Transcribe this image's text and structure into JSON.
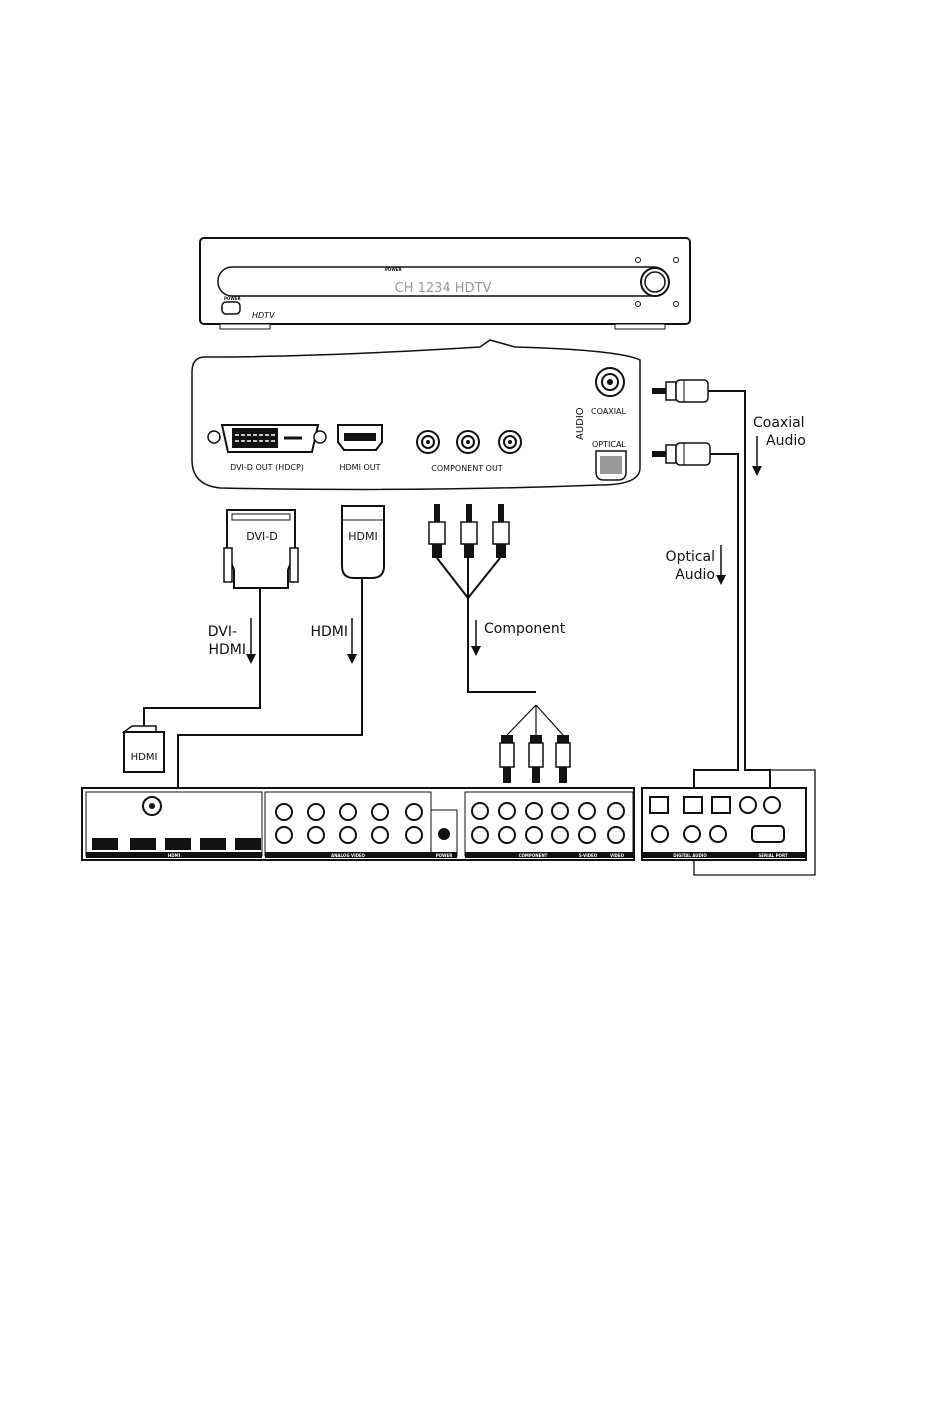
{
  "box": {
    "display": "CH 1234 HDTV",
    "power_small": "POWER",
    "button_small": "POWER",
    "brand": "HDTV"
  },
  "ports": {
    "dvi": "DVI-D OUT (HDCP)",
    "hdmi": "HDMI OUT",
    "component": "COMPONENT OUT",
    "audio": "AUDIO",
    "coaxial": "COAXIAL",
    "optical": "OPTICAL"
  },
  "plugs": {
    "dvi": "DVI-D",
    "hdmi": "HDMI",
    "hdmi_end": "HDMI"
  },
  "labels": {
    "dvi_hdmi_1": "DVI-",
    "dvi_hdmi_2": "HDMI",
    "hdmi": "HDMI",
    "component": "Component",
    "optical_1": "Optical",
    "optical_2": "Audio",
    "coaxial_1": "Coaxial",
    "coaxial_2": "Audio"
  },
  "receiver": {
    "hdmi_group": "HDMI",
    "analog_video": "ANALOG VIDEO",
    "power": "POWER",
    "component": "COMPONENT",
    "svideo": "S-VIDEO",
    "video": "VIDEO",
    "digital_audio": "DIGITAL AUDIO",
    "serial": "SERIAL PORT"
  }
}
